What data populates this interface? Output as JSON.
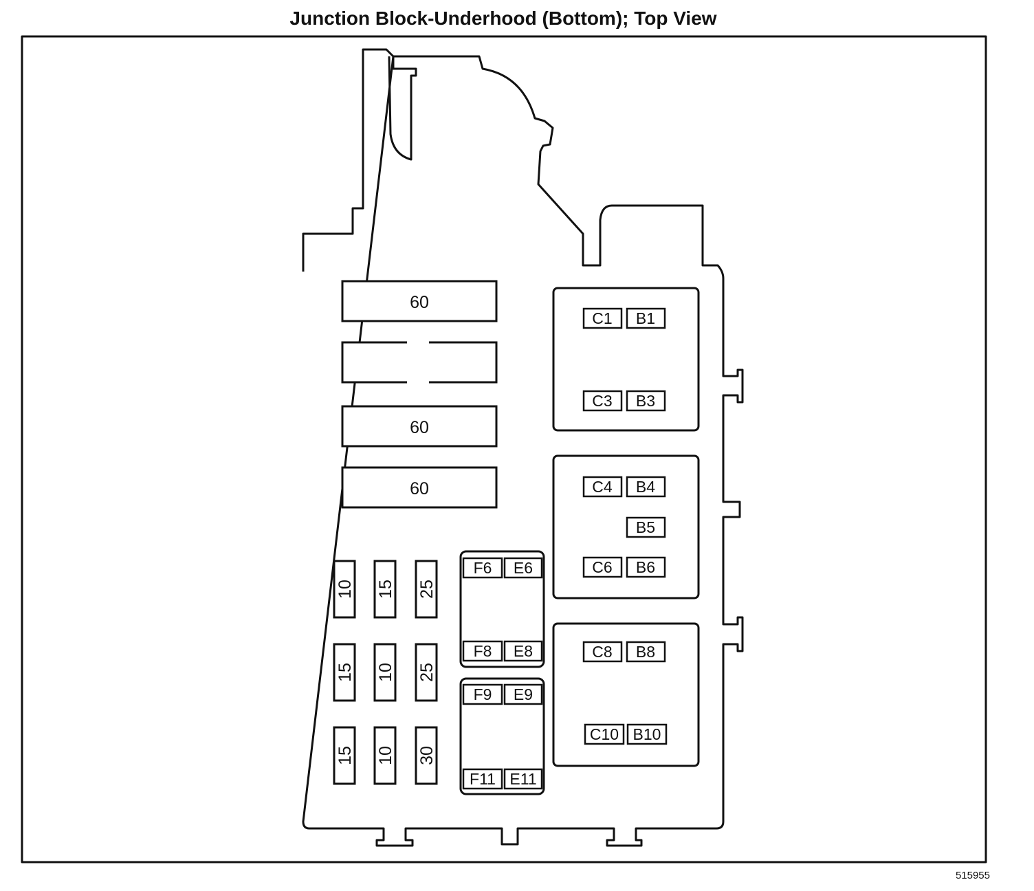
{
  "title": "Junction Block-Underhood (Bottom); Top View",
  "figure_id": "515955",
  "maxi_fuses": [
    {
      "id": "maxi-1",
      "label": "60"
    },
    {
      "id": "maxi-2",
      "label": ""
    },
    {
      "id": "maxi-3",
      "label": "60"
    },
    {
      "id": "maxi-4",
      "label": "60"
    }
  ],
  "mini_fuses": [
    [
      "10",
      "15",
      "25"
    ],
    [
      "15",
      "10",
      "25"
    ],
    [
      "15",
      "10",
      "30"
    ]
  ],
  "relay_blocks_small": [
    {
      "top": [
        "F6",
        "E6"
      ],
      "bottom": [
        "F8",
        "E8"
      ]
    },
    {
      "top": [
        "F9",
        "E9"
      ],
      "bottom": [
        "F11",
        "E11"
      ]
    }
  ],
  "relay_blocks_large": [
    {
      "rows": [
        [
          "C1",
          "B1"
        ],
        [
          "C3",
          "B3"
        ]
      ]
    },
    {
      "rows": [
        [
          "C4",
          "B4"
        ],
        [
          "",
          "B5"
        ],
        [
          "C6",
          "B6"
        ]
      ]
    },
    {
      "rows": [
        [
          "C8",
          "B8"
        ],
        [
          "C10",
          "B10"
        ]
      ]
    }
  ]
}
